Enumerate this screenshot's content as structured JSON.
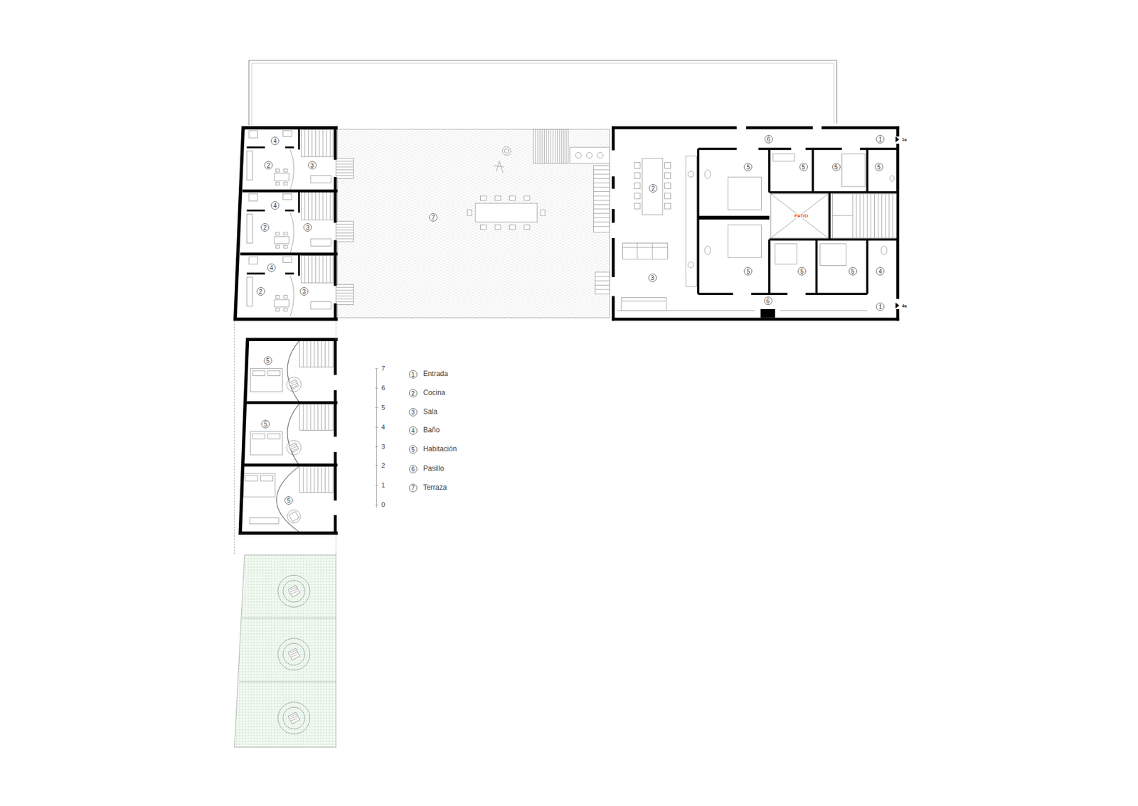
{
  "diagram": {
    "labels": [
      "4",
      "2",
      "3",
      "4",
      "2",
      "3",
      "4",
      "2",
      "3",
      "7",
      "6",
      "1",
      "1a",
      "2",
      "5",
      "5",
      "5",
      "5",
      "PATIO",
      "5",
      "5",
      "5",
      "4",
      "3",
      "6",
      "1",
      "4a",
      "5",
      "5",
      "5",
      "7",
      "6",
      "5",
      "4",
      "3",
      "2",
      "1",
      "0",
      "1",
      "2",
      "3",
      "4",
      "5",
      "6",
      "7"
    ],
    "legend": [
      {
        "text": "Entrada"
      },
      {
        "text": "Cocina"
      },
      {
        "text": "Sala"
      },
      {
        "text": "Baño"
      },
      {
        "text": "Habitación"
      },
      {
        "text": "Pasillo"
      },
      {
        "text": "Terraza"
      }
    ]
  }
}
